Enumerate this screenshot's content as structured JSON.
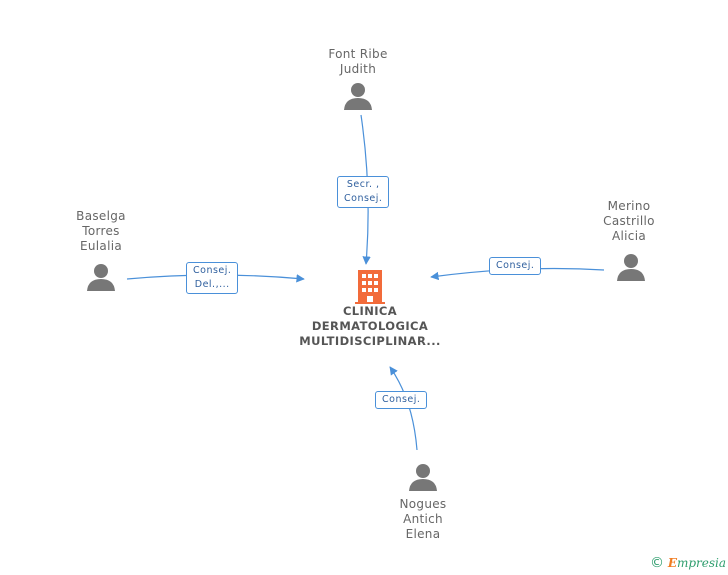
{
  "company": {
    "name_lines": [
      "CLINICA",
      "DERMATOLOGICA",
      "MULTIDISCIPLINAR..."
    ],
    "icon": "building-icon",
    "color": "#f26b3a"
  },
  "people": [
    {
      "id": "font",
      "name_lines": [
        "Font Ribe",
        "Judith"
      ],
      "role_lines": [
        "Secr. ,",
        "Consej."
      ]
    },
    {
      "id": "baselga",
      "name_lines": [
        "Baselga",
        "Torres",
        "Eulalia"
      ],
      "role_lines": [
        "Consej.",
        "Del.,..."
      ]
    },
    {
      "id": "merino",
      "name_lines": [
        "Merino",
        "Castrillo",
        "Alicia"
      ],
      "role_lines": [
        "Consej."
      ]
    },
    {
      "id": "nogues",
      "name_lines": [
        "Nogues",
        "Antich",
        "Elena"
      ],
      "role_lines": [
        "Consej."
      ]
    }
  ],
  "colors": {
    "edge": "#4a90d9",
    "person": "#777777",
    "text": "#666666"
  },
  "brand": {
    "copyright": "©",
    "e": "E",
    "rest": "mpresia"
  }
}
